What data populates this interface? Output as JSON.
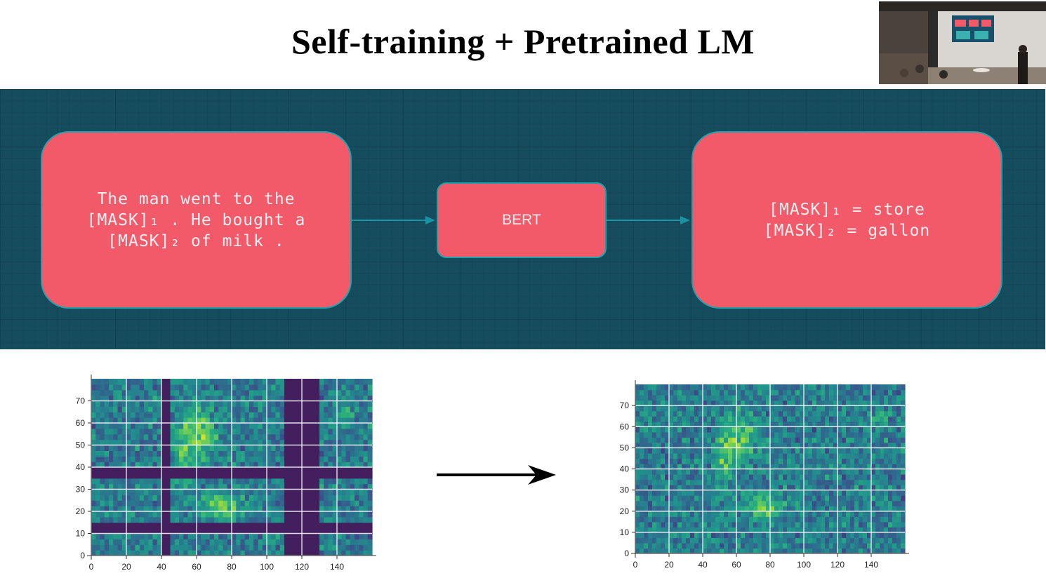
{
  "slide": {
    "title": "Self-training + Pretrained LM"
  },
  "diagram": {
    "input_box": {
      "text": "The man went to the\n[MASK]₁ . He bought a\n[MASK]₂ of milk ."
    },
    "model_box": {
      "text": "BERT"
    },
    "output_box": {
      "text": "[MASK]₁ = store\n[MASK]₂ = gallon"
    }
  },
  "colors": {
    "diagram_background": "#154c5e",
    "box_fill": "#f25a69",
    "box_border": "#1ea3ad",
    "arrow": "#1a93a0"
  },
  "chart_data": [
    {
      "type": "heatmap",
      "description_role": "masked spectrogram",
      "x_ticks": [
        "0",
        "20",
        "40",
        "60",
        "80",
        "100",
        "120",
        "140"
      ],
      "y_ticks": [
        "0",
        "10",
        "20",
        "30",
        "40",
        "50",
        "60",
        "70"
      ],
      "xlim": [
        0,
        160
      ],
      "ylim": [
        0,
        80
      ],
      "grid": true,
      "masked_time_ranges": [
        [
          39,
          44
        ],
        [
          111,
          130
        ]
      ],
      "masked_frequency_ranges": [
        [
          10,
          15
        ],
        [
          36,
          41
        ]
      ]
    },
    {
      "type": "heatmap",
      "description_role": "reconstructed spectrogram",
      "x_ticks": [
        "0",
        "20",
        "40",
        "60",
        "80",
        "100",
        "120",
        "140"
      ],
      "y_ticks": [
        "0",
        "10",
        "20",
        "30",
        "40",
        "50",
        "60",
        "70"
      ],
      "xlim": [
        0,
        160
      ],
      "ylim": [
        0,
        80
      ],
      "grid": true,
      "masked_time_ranges": [],
      "masked_frequency_ranges": []
    }
  ]
}
